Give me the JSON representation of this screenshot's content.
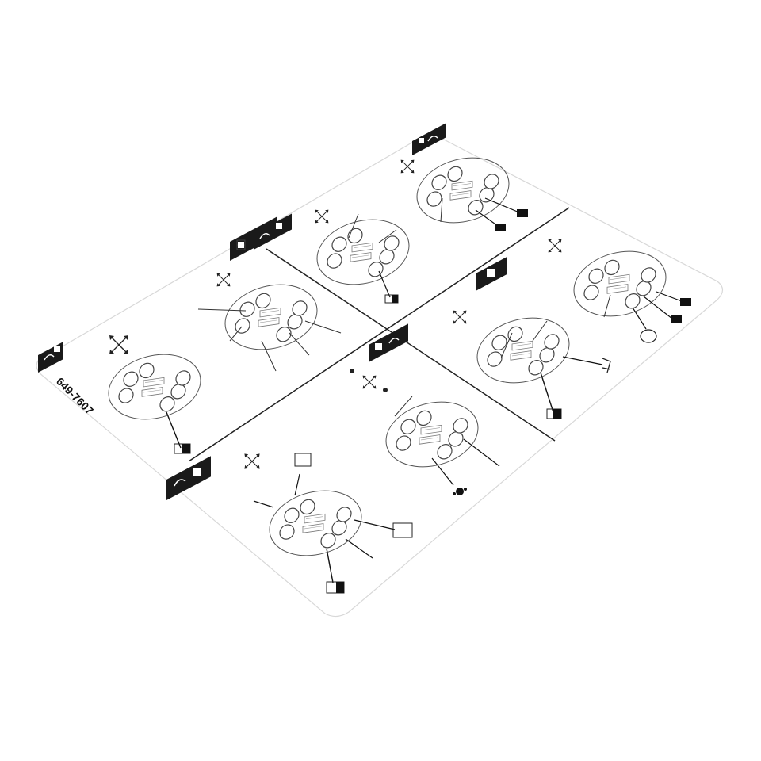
{
  "card": {
    "part_number": "649-7607",
    "background_color": "#ffffff",
    "line_color": "#222222",
    "badge_color": "#1a1a1a"
  },
  "panels": [
    {
      "id": "top-left",
      "badge_icons": [
        "chair-icon",
        "hand-icon"
      ]
    },
    {
      "id": "top-right",
      "badge_icons": [
        "hand-icon",
        "chair-icon"
      ]
    },
    {
      "id": "bottom-left",
      "badge_icons": [
        "hand-icon",
        "chair-icon"
      ]
    },
    {
      "id": "bottom-right",
      "badge_icons": [
        "chair-icon"
      ]
    }
  ]
}
